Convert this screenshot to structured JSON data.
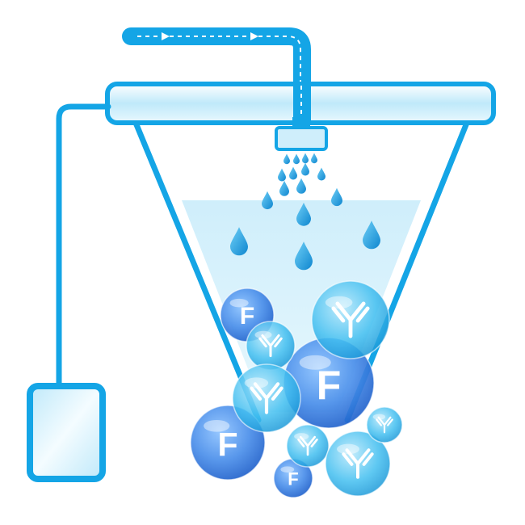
{
  "diagram": {
    "colors": {
      "pipe": "#14a5e6",
      "pipe_light": "#cfeefb",
      "liquid": "#d9f1fb",
      "droplet": "#1a9fe0",
      "f_bubble": "#3d86e8",
      "y_bubble": "#2fb3ec",
      "flow_arrow": "#ffffff"
    },
    "components": [
      {
        "id": "feed-line",
        "icon": "pipe-with-flow-arrows"
      },
      {
        "id": "spray-nozzle",
        "icon": "t-nozzle"
      },
      {
        "id": "funnel-vessel",
        "icon": "inverted-cone"
      },
      {
        "id": "collection-box",
        "icon": "rounded-rectangle"
      }
    ],
    "bubbles": [
      {
        "kind": "F",
        "label": "F",
        "icon": "letter-f"
      },
      {
        "kind": "F",
        "label": "F",
        "icon": "letter-f"
      },
      {
        "kind": "F",
        "label": "F",
        "icon": "letter-f"
      },
      {
        "kind": "F",
        "label": "F",
        "icon": "letter-f"
      },
      {
        "kind": "Y",
        "label": "",
        "icon": "antibody-y-icon"
      },
      {
        "kind": "Y",
        "label": "",
        "icon": "antibody-y-icon"
      },
      {
        "kind": "Y",
        "label": "",
        "icon": "antibody-y-icon"
      },
      {
        "kind": "Y",
        "label": "",
        "icon": "antibody-y-icon"
      },
      {
        "kind": "Y",
        "label": "",
        "icon": "antibody-y-icon"
      },
      {
        "kind": "Y",
        "label": "",
        "icon": "antibody-y-icon"
      }
    ]
  }
}
